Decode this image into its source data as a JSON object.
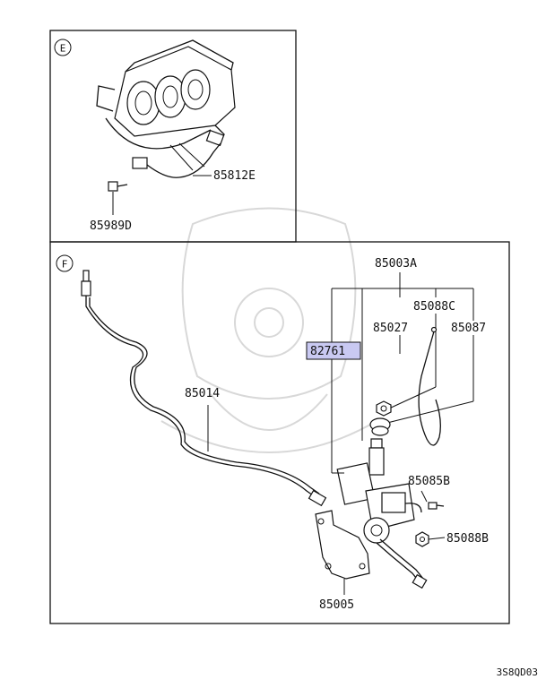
{
  "panels": {
    "e": {
      "badge": "E",
      "labels": {
        "p85812e": "85812E",
        "p85989d": "85989D"
      }
    },
    "f": {
      "badge": "F",
      "labels": {
        "p85003a": "85003A",
        "p85088c": "85088C",
        "p85027": "85027",
        "p85087": "85087",
        "p82761": "82761",
        "p85014": "85014",
        "p85085b": "85085B",
        "p85088b": "85088B",
        "p85005": "85005"
      },
      "highlight_color": "#c9c9f2"
    }
  },
  "footer": {
    "code": "3S8QD03"
  }
}
